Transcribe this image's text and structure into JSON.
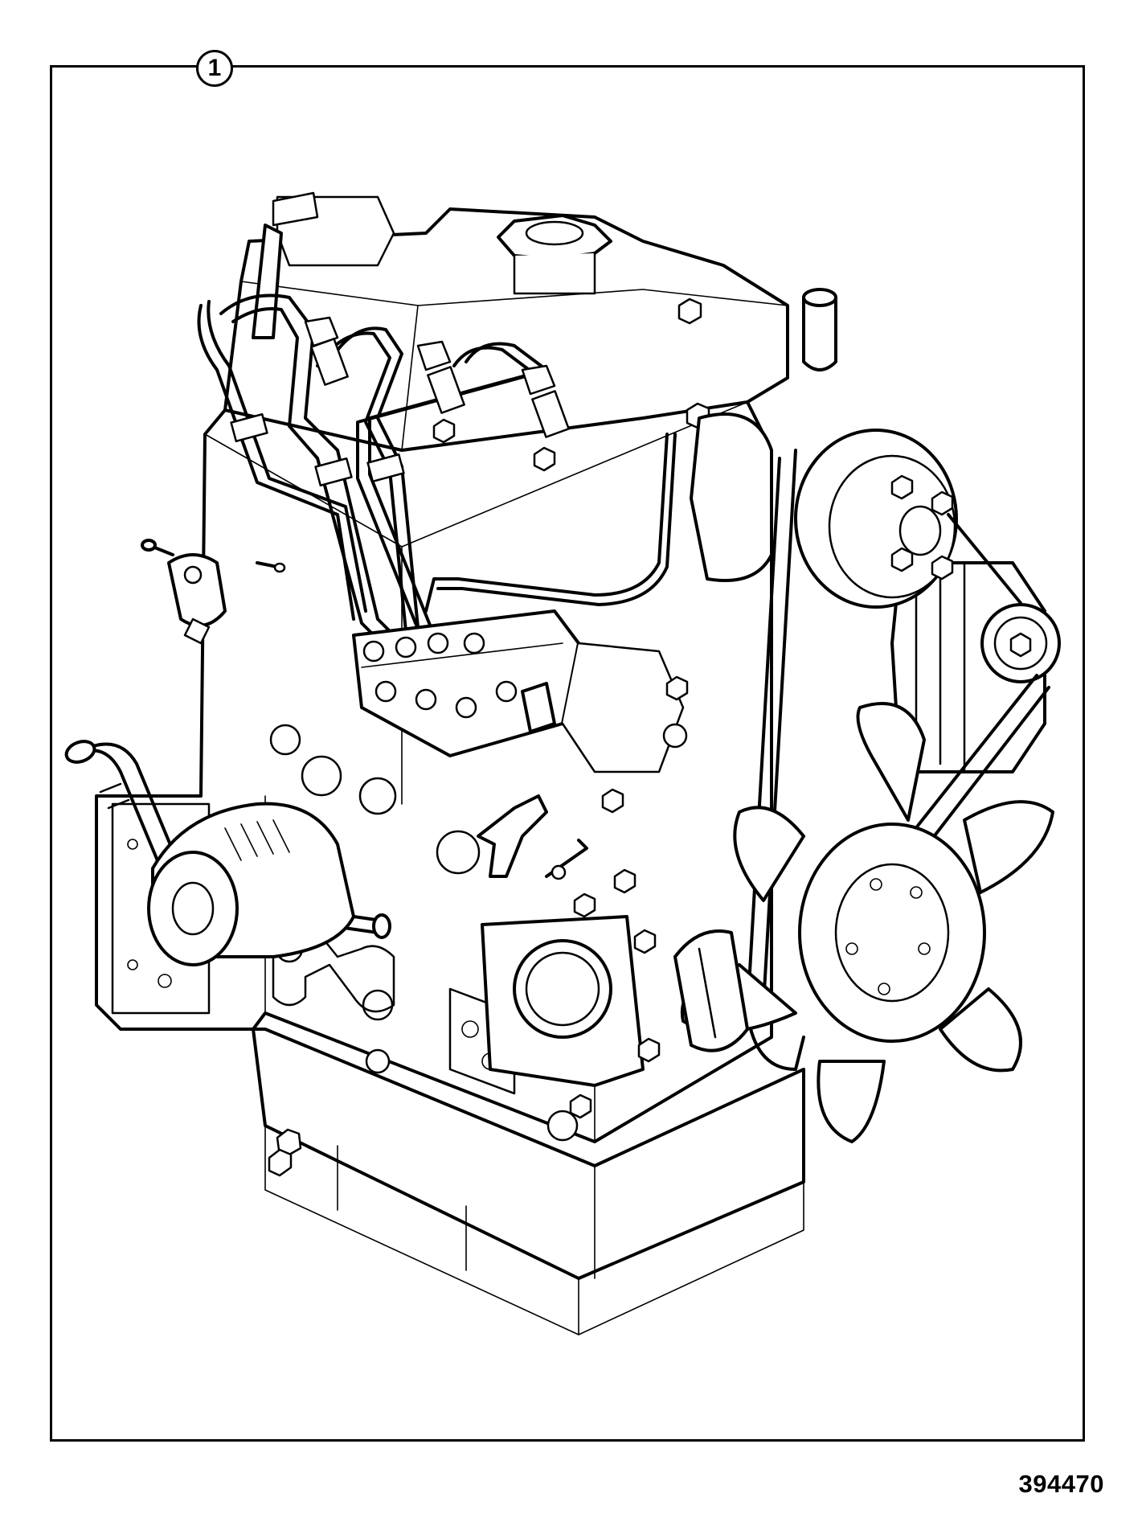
{
  "diagram": {
    "callout_label": "1",
    "figure_number": "394470",
    "parts": [
      "engine-block",
      "fuel-injection-lines",
      "injection-pump",
      "oil-filter",
      "oil-dipstick-tube",
      "oil-filler-cap",
      "cooling-fan",
      "fan-belt",
      "crankshaft-pulley",
      "alternator",
      "water-pump-pulley",
      "oil-pan"
    ]
  }
}
